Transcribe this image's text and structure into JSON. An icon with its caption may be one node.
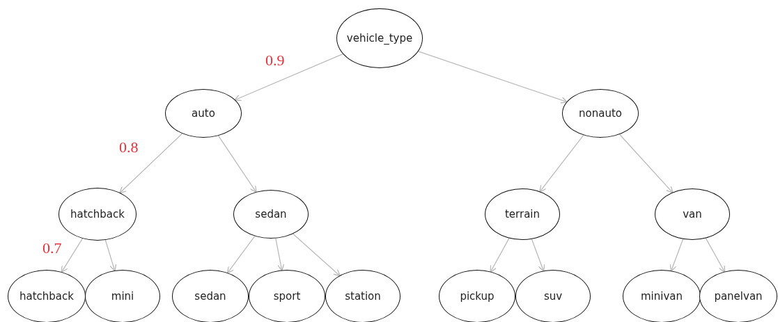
{
  "diagram": {
    "nodes": [
      {
        "text": [
          "vehicle_type"
        ]
      },
      {
        "text": [
          "auto"
        ]
      },
      {
        "text": [
          "nonauto"
        ]
      },
      {
        "text": [
          "hatchback"
        ]
      },
      {
        "text": [
          "sedan"
        ]
      },
      {
        "text": [
          "terrain"
        ]
      },
      {
        "text": [
          "van"
        ]
      },
      {
        "text": [
          "hatchback"
        ]
      },
      {
        "text": [
          "mini"
        ]
      },
      {
        "text": [
          "sedan"
        ]
      },
      {
        "text": [
          "sport"
        ]
      },
      {
        "text": [
          "station"
        ]
      },
      {
        "text": [
          "pickup"
        ]
      },
      {
        "text": [
          "suv"
        ]
      },
      {
        "text": [
          "minivan"
        ]
      },
      {
        "text": [
          "panelvan"
        ]
      }
    ],
    "edges": [
      {
        "from": 0,
        "to": 1,
        "arrow": "to",
        "label": "0.9"
      },
      {
        "from": 0,
        "to": 2,
        "arrow": "to"
      },
      {
        "from": 1,
        "to": 3,
        "arrow": "to",
        "label": "0.8"
      },
      {
        "from": 1,
        "to": 4,
        "arrow": "to"
      },
      {
        "from": 3,
        "to": 7,
        "arrow": "to",
        "label": "0.7"
      },
      {
        "from": 3,
        "to": 8,
        "arrow": "to"
      },
      {
        "from": 4,
        "to": 9,
        "arrow": "to"
      },
      {
        "from": 4,
        "to": 10,
        "arrow": "to"
      },
      {
        "from": 4,
        "to": 11,
        "arrow": "to"
      },
      {
        "from": 2,
        "to": 5,
        "arrow": "to"
      },
      {
        "from": 2,
        "to": 6,
        "arrow": "to"
      },
      {
        "from": 5,
        "to": 12,
        "arrow": "to"
      },
      {
        "from": 5,
        "to": 13,
        "arrow": "to"
      },
      {
        "from": 6,
        "to": 14,
        "arrow": "to"
      },
      {
        "from": 6,
        "to": 15,
        "arrow": "to"
      }
    ]
  }
}
